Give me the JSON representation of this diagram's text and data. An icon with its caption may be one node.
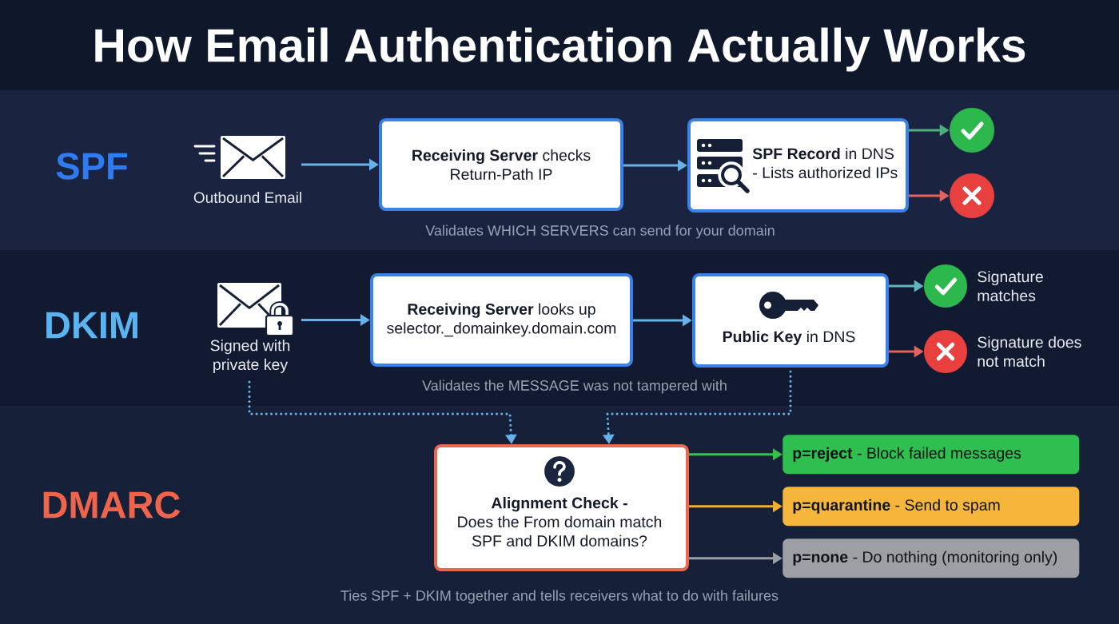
{
  "diagram": {
    "title": "How Email Authentication Actually Works",
    "nodes": [
      {
        "text": [
          "SPF",
          "Validates WHICH SERVERS can send for your domain"
        ]
      },
      {
        "text": [
          "Outbound Email"
        ],
        "in": 0
      },
      {
        "text": [
          "**Receiving Server** checks Return-Path IP"
        ],
        "in": 0
      },
      {
        "text": [
          "**SPF Record** in DNS - Lists authorized IPs"
        ],
        "in": 0
      },
      {
        "text": [],
        "shape": "circle",
        "in": 0
      },
      {
        "text": [],
        "shape": "circle",
        "in": 0
      },
      {
        "text": [
          "DKIM",
          "Validates the MESSAGE was not tampered with"
        ]
      },
      {
        "text": [
          "Signed with private key"
        ],
        "in": 6
      },
      {
        "text": [
          "**Receiving Server** looks up selector._domainkey.domain.com"
        ],
        "in": 6
      },
      {
        "text": [
          "**Public Key** in DNS"
        ],
        "in": 6
      },
      {
        "text": [],
        "shape": "circle",
        "beside": [
          "Signature matches"
        ],
        "in": 6
      },
      {
        "text": [],
        "shape": "circle",
        "beside": [
          "Signature does not match"
        ],
        "in": 6
      },
      {
        "text": [
          "DMARC",
          "Ties SPF + DKIM together and tells receivers what to do with failures"
        ]
      },
      {
        "text": [
          "Alignment Check -",
          "Does the From domain match SPF and DKIM domains?"
        ],
        "in": 12
      },
      {
        "text": [
          "**p=reject** - Block failed messages"
        ],
        "in": 12
      },
      {
        "text": [
          "**p=quarantine** - Send to spam"
        ],
        "in": 12
      },
      {
        "text": [
          "**p=none** - Do nothing (monitoring only)"
        ],
        "in": 12
      }
    ],
    "edges": [
      {
        "from": 1,
        "to": 2,
        "arrow": "to"
      },
      {
        "from": 2,
        "to": 3,
        "arrow": "to"
      },
      {
        "from": 3,
        "to": 4,
        "arrow": "to",
        "color": "#4caf7d"
      },
      {
        "from": 3,
        "to": 5,
        "arrow": "to",
        "color": "#e2635a"
      },
      {
        "from": 7,
        "to": 8,
        "arrow": "to"
      },
      {
        "from": 8,
        "to": 9,
        "arrow": "to"
      },
      {
        "from": 9,
        "to": 10,
        "arrow": "to",
        "color": "#5fb7c2"
      },
      {
        "from": 9,
        "to": 11,
        "arrow": "to",
        "color": "#e2635a"
      },
      {
        "from": 7,
        "to": 13,
        "arrow": "to",
        "style": "dashed"
      },
      {
        "from": 9,
        "to": 13,
        "arrow": "to",
        "style": "dashed"
      },
      {
        "from": 13,
        "to": 14,
        "arrow": "to",
        "color": "#35c24a"
      },
      {
        "from": 13,
        "to": 15,
        "arrow": "to",
        "color": "#f2ae2e"
      },
      {
        "from": 13,
        "to": 16,
        "arrow": "to",
        "color": "#9a9da4"
      }
    ]
  }
}
